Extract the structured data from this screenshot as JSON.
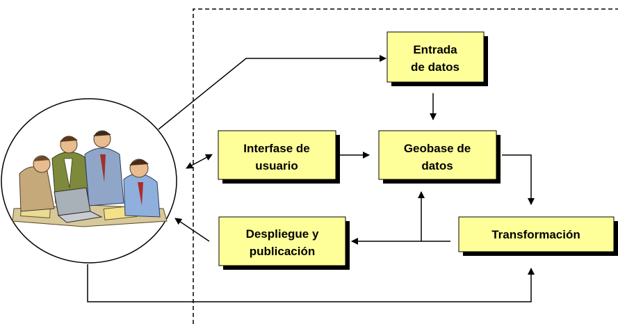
{
  "diagram": {
    "nodes": {
      "entrada": {
        "line1": "Entrada",
        "line2": "de datos"
      },
      "interfase": {
        "line1": "Interfase de",
        "line2": "usuario"
      },
      "geobase": {
        "line1": "Geobase de",
        "line2": "datos"
      },
      "transformacion": {
        "line1": "Transformación"
      },
      "despliegue": {
        "line1": "Despliegue y",
        "line2": "publicación"
      }
    },
    "users_picture": "people-at-laptop-clipart"
  },
  "colors": {
    "box_fill": "#ffff99",
    "box_shadow": "#000000",
    "line": "#000000"
  }
}
